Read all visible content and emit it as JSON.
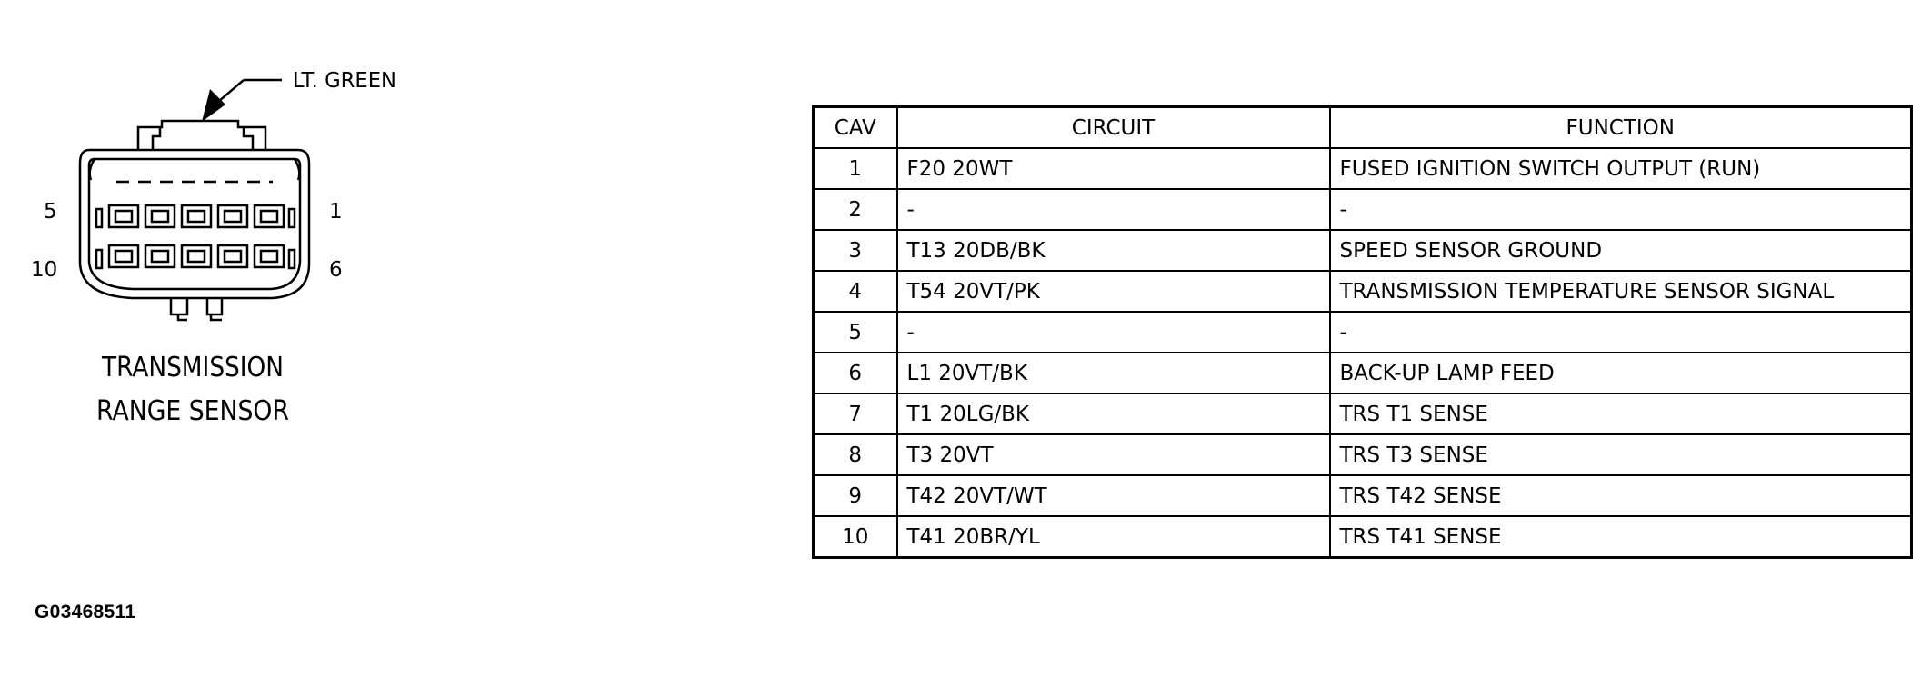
{
  "connector": {
    "wire_color_label": "LT. GREEN",
    "pin_labels": {
      "top_left": "5",
      "bottom_left": "10",
      "top_right": "1",
      "bottom_right": "6"
    },
    "name_line1": "TRANSMISSION",
    "name_line2": "RANGE SENSOR"
  },
  "table": {
    "headers": {
      "cav": "CAV",
      "circuit": "CIRCUIT",
      "function": "FUNCTION"
    },
    "rows": [
      {
        "cav": "1",
        "circuit": "F20 20WT",
        "function": "FUSED IGNITION SWITCH OUTPUT (RUN)"
      },
      {
        "cav": "2",
        "circuit": "-",
        "function": "-"
      },
      {
        "cav": "3",
        "circuit": "T13 20DB/BK",
        "function": "SPEED SENSOR GROUND"
      },
      {
        "cav": "4",
        "circuit": "T54 20VT/PK",
        "function": "TRANSMISSION TEMPERATURE SENSOR SIGNAL"
      },
      {
        "cav": "5",
        "circuit": "-",
        "function": "-"
      },
      {
        "cav": "6",
        "circuit": "L1 20VT/BK",
        "function": "BACK-UP LAMP FEED"
      },
      {
        "cav": "7",
        "circuit": "T1 20LG/BK",
        "function": "TRS T1 SENSE"
      },
      {
        "cav": "8",
        "circuit": "T3 20VT",
        "function": "TRS T3 SENSE"
      },
      {
        "cav": "9",
        "circuit": "T42 20VT/WT",
        "function": "TRS T42 SENSE"
      },
      {
        "cav": "10",
        "circuit": "T41 20BR/YL",
        "function": "TRS T41 SENSE"
      }
    ]
  },
  "figure_id": "G03468511"
}
